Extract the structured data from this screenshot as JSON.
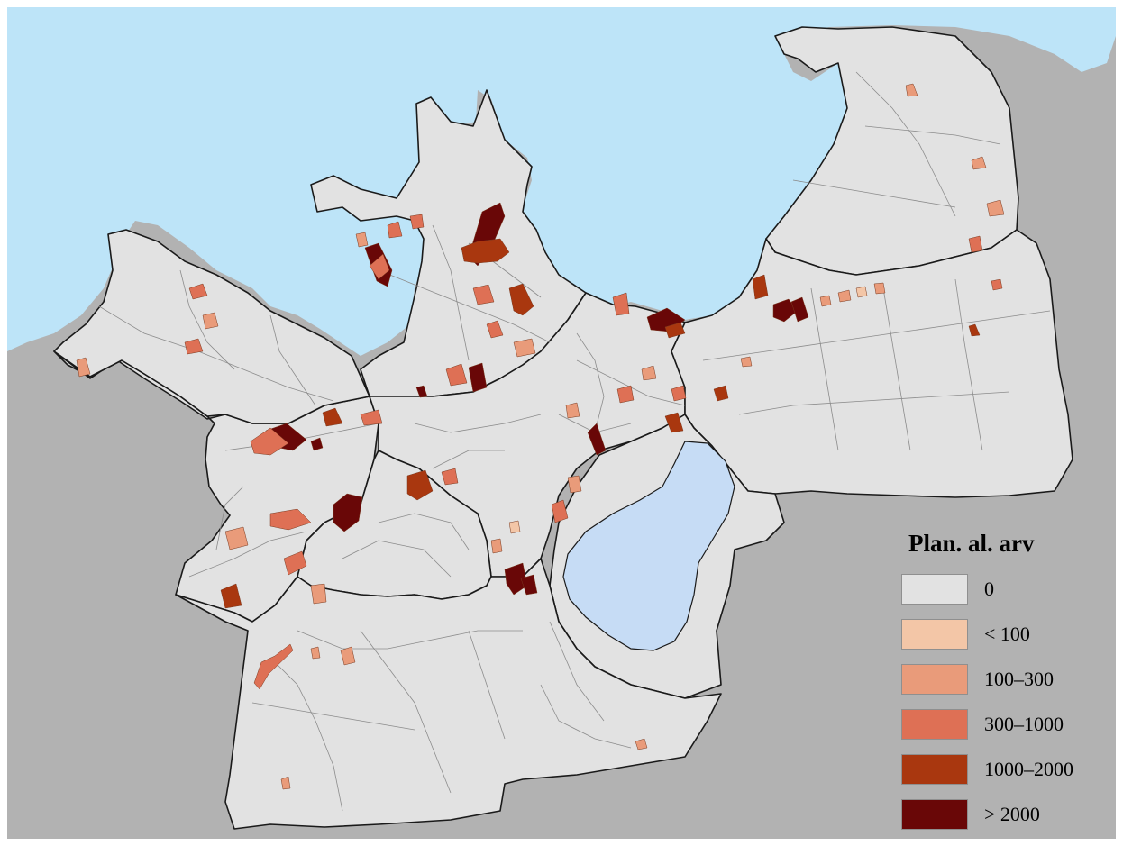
{
  "map": {
    "colors": {
      "sea": "#bde4f8",
      "land_outside": "#b2b2b2",
      "city": "#e2e2e2",
      "lake": "#c6dcf5",
      "boundary": "#1a1a1a",
      "street": "#8c8c8c"
    }
  },
  "legend": {
    "title": "Plan. al. arv",
    "classes": [
      {
        "label": "0",
        "color": "#e2e2e2"
      },
      {
        "label": "< 100",
        "color": "#f3c6a7"
      },
      {
        "label": "100–300",
        "color": "#e99b7a"
      },
      {
        "label": "300–1000",
        "color": "#de7055"
      },
      {
        "label": "1000–2000",
        "color": "#a9370f"
      },
      {
        "label": "> 2000",
        "color": "#690707"
      }
    ]
  }
}
